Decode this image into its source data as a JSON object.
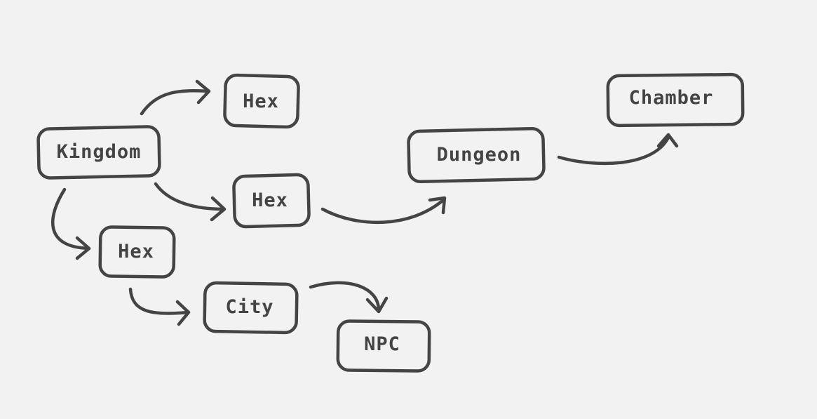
{
  "diagram": {
    "colors": {
      "background": "#f2f2f2",
      "stroke": "#444444",
      "text": "#444444"
    },
    "nodes": [
      {
        "id": "kingdom",
        "label": "Kingdom"
      },
      {
        "id": "hex1",
        "label": "Hex"
      },
      {
        "id": "hex2",
        "label": "Hex"
      },
      {
        "id": "hex3",
        "label": "Hex"
      },
      {
        "id": "dungeon",
        "label": "Dungeon"
      },
      {
        "id": "chamber",
        "label": "Chamber"
      },
      {
        "id": "city",
        "label": "City"
      },
      {
        "id": "npc",
        "label": "NPC"
      }
    ],
    "edges": [
      {
        "from": "kingdom",
        "to": "hex1"
      },
      {
        "from": "kingdom",
        "to": "hex2"
      },
      {
        "from": "kingdom",
        "to": "hex3"
      },
      {
        "from": "hex2",
        "to": "dungeon"
      },
      {
        "from": "dungeon",
        "to": "chamber"
      },
      {
        "from": "hex3",
        "to": "city"
      },
      {
        "from": "city",
        "to": "npc"
      }
    ]
  }
}
